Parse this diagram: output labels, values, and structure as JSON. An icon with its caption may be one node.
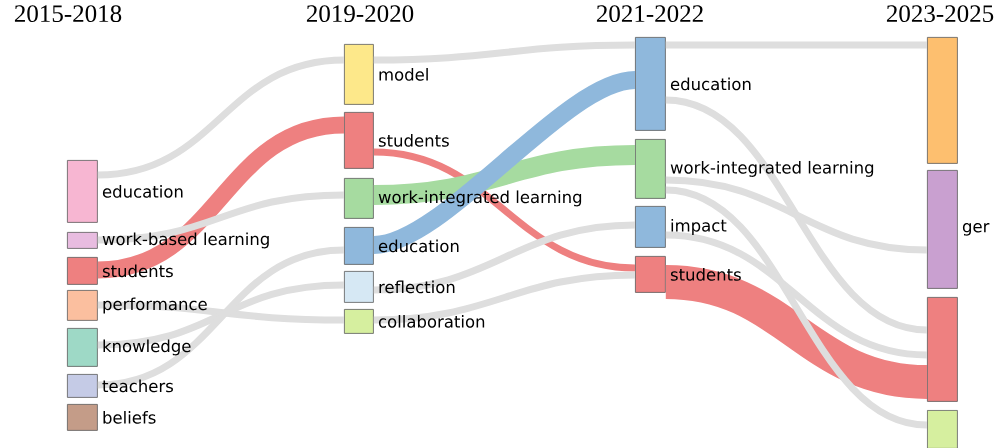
{
  "diagram": {
    "nodes": [
      {
        "text": [
          "education"
        ]
      },
      {
        "text": [
          "work-based learning"
        ]
      },
      {
        "text": [
          "students"
        ]
      },
      {
        "text": [
          "performance"
        ]
      },
      {
        "text": [
          "knowledge"
        ]
      },
      {
        "text": [
          "teachers"
        ]
      },
      {
        "text": [
          "beliefs"
        ]
      },
      {
        "text": [
          "model"
        ]
      },
      {
        "text": [
          "students"
        ]
      },
      {
        "text": [
          "work-integrated learning"
        ]
      },
      {
        "text": [
          "education"
        ]
      },
      {
        "text": [
          "reflection"
        ]
      },
      {
        "text": [
          "collaboration"
        ]
      },
      {
        "text": [
          "education"
        ]
      },
      {
        "text": [
          "work-integrated learning"
        ]
      },
      {
        "text": [
          "impact"
        ]
      },
      {
        "text": [
          "students"
        ]
      },
      {
        "text": [],
        "shape": "bar"
      },
      {
        "text": [
          "ger"
        ]
      },
      {
        "text": [],
        "shape": "bar"
      },
      {
        "text": [],
        "shape": "bar"
      }
    ],
    "edges": [
      {
        "from": 2,
        "to": 8,
        "arrow": "none",
        "style": "thick",
        "color": "#ee8080"
      },
      {
        "from": 8,
        "to": 16,
        "arrow": "none",
        "color": "#ee8080"
      },
      {
        "from": 9,
        "to": 14,
        "arrow": "none",
        "style": "thick",
        "color": "#a6dba0"
      },
      {
        "from": 10,
        "to": 13,
        "arrow": "none",
        "style": "thick",
        "color": "#8fb8dc"
      },
      {
        "from": 16,
        "to": 19,
        "arrow": "none",
        "style": "thick",
        "color": "#ee8080"
      },
      {
        "from": 0,
        "to": 7,
        "arrow": "none"
      },
      {
        "from": 1,
        "to": 9,
        "arrow": "none"
      },
      {
        "from": 3,
        "to": 12,
        "arrow": "none"
      },
      {
        "from": 4,
        "to": 11,
        "arrow": "none"
      },
      {
        "from": 5,
        "to": 10,
        "arrow": "none"
      },
      {
        "from": 7,
        "to": 13,
        "arrow": "none"
      },
      {
        "from": 11,
        "to": 15,
        "arrow": "none"
      },
      {
        "from": 12,
        "to": 16,
        "arrow": "none"
      },
      {
        "from": 13,
        "to": 17,
        "arrow": "none"
      },
      {
        "from": 13,
        "to": 19,
        "arrow": "none"
      },
      {
        "from": 14,
        "to": 18,
        "arrow": "none"
      },
      {
        "from": 15,
        "to": 19,
        "arrow": "none"
      },
      {
        "from": 14,
        "to": 20,
        "arrow": "none"
      }
    ],
    "labels": [
      "2015-2018",
      "2019-2020",
      "2021-2022",
      "2023-2025"
    ]
  }
}
